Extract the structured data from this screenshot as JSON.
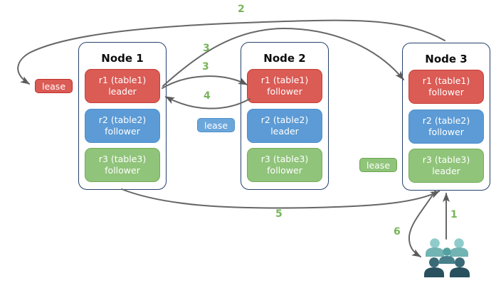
{
  "colors": {
    "red": "#DB5B55",
    "red-border": "#C5403A",
    "red-lease-border": "#C1302B",
    "blue": "#5C9BD5",
    "blue-border": "#4E8FCB",
    "blue-lease": "#6BA6DB",
    "green": "#90C47A",
    "green-border": "#74AC59",
    "green-lease-border": "#6AA84F",
    "node-border": "#24406B",
    "arrow": "#666666",
    "arrow-head": "#5B5B5B",
    "number": "#77B55B",
    "p-light-head": "#8FCBCB",
    "p-light-body": "#72B3B3",
    "p-mid-head": "#55A1A1",
    "p-mid-body": "#477F8B",
    "p-dark-head": "#3A6A77",
    "p-dark-body": "#28505E"
  },
  "nodes": [
    {
      "title": "Node 1",
      "replicas": [
        {
          "label": "r1 (table1)",
          "role": "leader"
        },
        {
          "label": "r2 (table2)",
          "role": "follower"
        },
        {
          "label": "r3 (table3)",
          "role": "follower"
        }
      ]
    },
    {
      "title": "Node 2",
      "replicas": [
        {
          "label": "r1 (table1)",
          "role": "follower"
        },
        {
          "label": "r2 (table2)",
          "role": "leader"
        },
        {
          "label": "r3 (table3)",
          "role": "follower"
        }
      ]
    },
    {
      "title": "Node 3",
      "replicas": [
        {
          "label": "r1 (table1)",
          "role": "follower"
        },
        {
          "label": "r2 (table2)",
          "role": "follower"
        },
        {
          "label": "r3 (table3)",
          "role": "leader"
        }
      ]
    }
  ],
  "leases": [
    {
      "label": "lease",
      "color": "red"
    },
    {
      "label": "lease",
      "color": "blue"
    },
    {
      "label": "lease",
      "color": "green"
    }
  ],
  "steps": {
    "s1": "1",
    "s2": "2",
    "s3a": "3",
    "s3b": "3",
    "s4": "4",
    "s5": "5",
    "s6": "6"
  },
  "icons": {
    "users": "five-person user group"
  }
}
